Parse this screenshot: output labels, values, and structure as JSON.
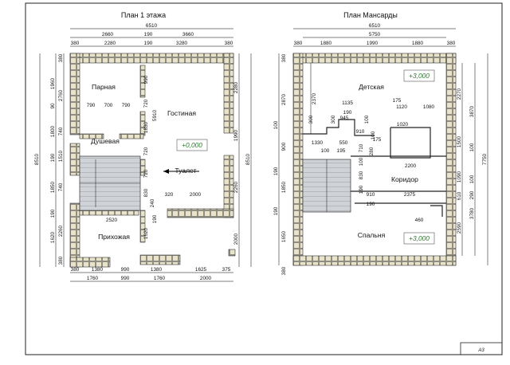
{
  "sheet": {
    "number": "А3"
  },
  "plan1": {
    "title": "План 1 этажа",
    "rooms": {
      "parnaya": "Парная",
      "dushevaya": "Душевая",
      "gostinaya": "Гостиная",
      "tualet": "Туалет",
      "prihozhaya": "Прихожая"
    },
    "elevation": "+0,000",
    "dims_top_overall": "6510",
    "dims_top_row1": [
      "2660",
      "190",
      "3660"
    ],
    "dims_top_row2": [
      "380",
      "2280",
      "190",
      "3280",
      "380"
    ],
    "dims_bottom_row1": [
      "380",
      "1380",
      "990",
      "1380",
      "1625",
      "375"
    ],
    "dims_bottom_row2": [
      "1760",
      "990",
      "1760",
      "2000"
    ],
    "dims_left_row1": [
      "380",
      "2760",
      "740",
      "1510",
      "740",
      "2260",
      "380"
    ],
    "dims_left_row2": [
      "1960",
      "90",
      "1800",
      "190",
      "1850",
      "190",
      "1620"
    ],
    "dims_left_overall": "8510",
    "dims_right_row1": [
      "2280",
      "1990",
      "2260",
      "2000"
    ],
    "dims_right_overall": "8510",
    "inner": [
      "790",
      "700",
      "790",
      "990",
      "720",
      "5910",
      "1830",
      "720",
      "720",
      "830",
      "240",
      "320",
      "2000",
      "2520",
      "1620",
      "190"
    ]
  },
  "plan2": {
    "title": "План Мансарды",
    "rooms": {
      "detskaya": "Детская",
      "koridor": "Коридор",
      "spalnya": "Спальня"
    },
    "elevation_top": "+3,000",
    "elevation_bottom": "+3,000",
    "dims_top_overall": "6510",
    "dims_top_row1": [
      "5750"
    ],
    "dims_top_row2": [
      "380",
      "1880",
      "1990",
      "1880",
      "380"
    ],
    "dims_left_row1": [
      "380",
      "2870",
      "100",
      "900",
      "190",
      "1850",
      "190",
      "1650",
      "380"
    ],
    "dims_left_row2": [
      "2370"
    ],
    "dims_right_row1": [
      "2270",
      "1500",
      "1090",
      "610",
      "2590"
    ],
    "dims_right_row2": [
      "3870",
      "100",
      "100",
      "290",
      "3780"
    ],
    "dims_right_overall": "7750",
    "inner": [
      "1135",
      "175",
      "1120",
      "1080",
      "190",
      "945",
      "300",
      "910",
      "550",
      "100",
      "1020",
      "1330",
      "100",
      "195",
      "710",
      "280",
      "175",
      "100",
      "2200",
      "830",
      "190",
      "910",
      "2375",
      "190",
      "460",
      "300",
      "100"
    ]
  }
}
